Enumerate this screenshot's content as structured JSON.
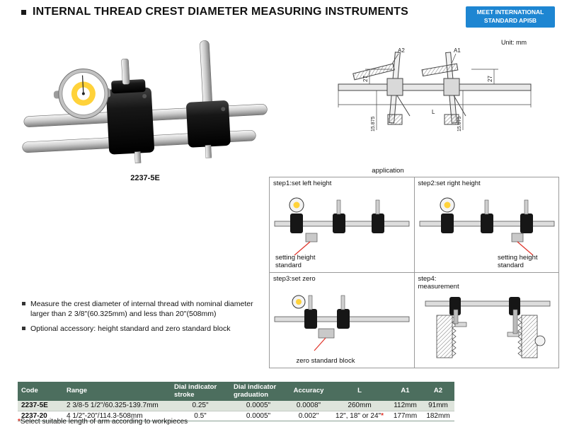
{
  "page": {
    "title": "INTERNAL THREAD CREST DIAMETER MEASURING INSTRUMENTS",
    "badge": {
      "line1": "MEET INTERNATIONAL",
      "line2": "STANDARD API5B"
    }
  },
  "colors": {
    "badge_blue": "#1e86d2",
    "table_header_green": "#4c6e5e",
    "table_alt_row": "#dee4dc",
    "accent_red": "#e03228",
    "dial_yellow": "#ffd23a"
  },
  "product": {
    "model": "2237-5E"
  },
  "drawing": {
    "unit": "Unit: mm",
    "application_label": "application",
    "dim_a1": "A1",
    "dim_a2": "A2",
    "dim_l": "L",
    "dim_z": "27",
    "dim_h": "15.875"
  },
  "steps": {
    "step1_label": "step1:set left height",
    "step2_label": "step2:set right height",
    "step3_label": "step3:set zero",
    "step4_label": "step4:\nmeasurement",
    "step1_annotation": "setting height standard",
    "step2_annotation": "setting height standard",
    "step3_annotation": "zero standard block"
  },
  "description": {
    "bullet1": "Measure the crest diameter of internal thread with nominal diameter larger than 2 3/8\"(60.325mm) and less than 20\"(508mm)",
    "bullet2": "Optional accessory: height standard and zero standard block"
  },
  "table": {
    "headers": [
      "Code",
      "Range",
      "Dial indicator stroke",
      "Dial indicator graduation",
      "Accuracy",
      "L",
      "A1",
      "A2"
    ],
    "rows": [
      {
        "code": "2237-5E",
        "range": "2 3/8-5 1/2\"/60.325-139.7mm",
        "stroke": "0.25\"",
        "graduation": "0.0005\"",
        "accuracy": "0.0008\"",
        "l": "260mm",
        "l_star": "",
        "a1": "112mm",
        "a2": "91mm"
      },
      {
        "code": "2237-20",
        "range": "4 1/2\"-20\"/114.3-508mm",
        "stroke": "0.5\"",
        "graduation": "0.0005\"",
        "accuracy": "0.002\"",
        "l": "12\", 18\" or 24\"",
        "l_star": "*",
        "a1": "177mm",
        "a2": "182mm"
      }
    ],
    "footnote_star": "*",
    "footnote": "Select suitable length of arm according to workpieces"
  }
}
